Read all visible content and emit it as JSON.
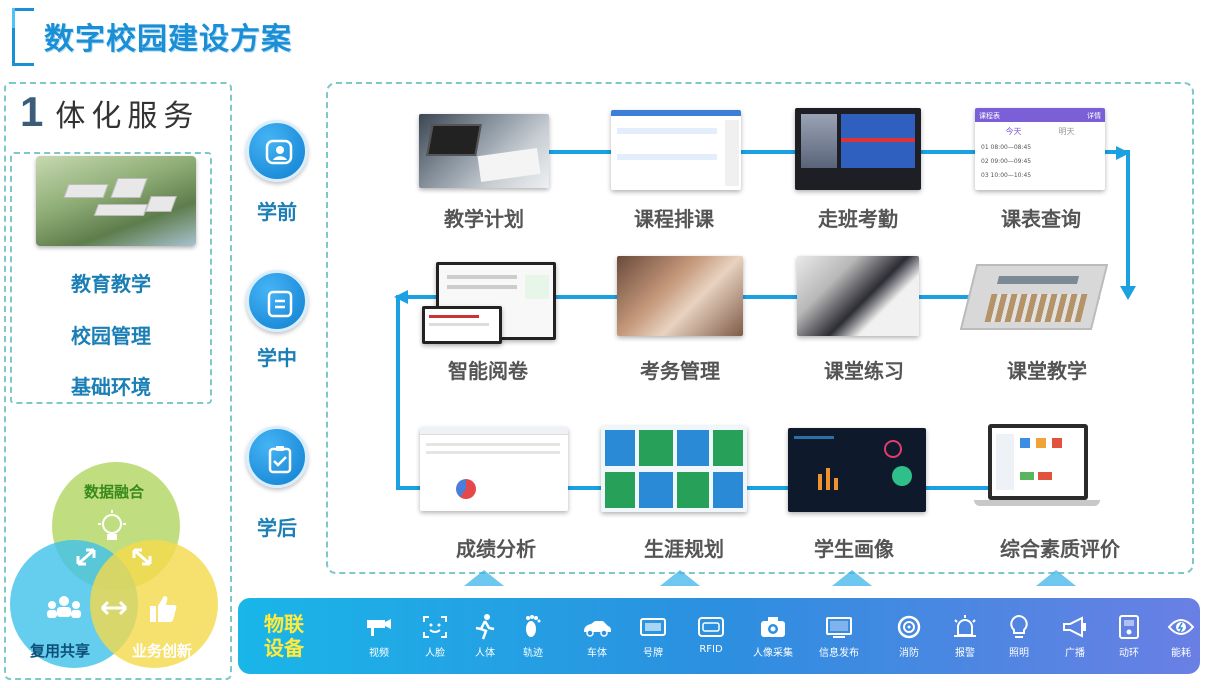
{
  "title": "数字校园建设方案",
  "left": {
    "number": "1",
    "heading": "体化服务",
    "items": [
      "教育教学",
      "校园管理",
      "基础环境"
    ],
    "venn": {
      "top": "数据融合",
      "left": "复用共享",
      "right": "业务创新"
    }
  },
  "stages": [
    "学前",
    "学中",
    "学后"
  ],
  "flow": {
    "row1": [
      "教学计划",
      "课程排课",
      "走班考勤",
      "课表查询"
    ],
    "row2": [
      "智能阅卷",
      "考务管理",
      "课堂练习",
      "课堂教学"
    ],
    "row3": [
      "成绩分析",
      "生涯规划",
      "学生画像",
      "综合素质评价"
    ],
    "thumb_text": {
      "schedule_header_left": "课程表",
      "schedule_header_right": "详情",
      "schedule_tab_today": "今天",
      "schedule_tab_tomorrow": "明天",
      "schedule_rows": [
        "01  08:00—08:45",
        "02  09:00—09:45",
        "03  10:00—10:45"
      ]
    }
  },
  "iot": {
    "title": "物联设备",
    "items": [
      {
        "label": "视频",
        "icon": "camera-icon"
      },
      {
        "label": "人脸",
        "icon": "face-icon"
      },
      {
        "label": "人体",
        "icon": "person-walk-icon"
      },
      {
        "label": "轨迹",
        "icon": "footprint-icon"
      },
      {
        "label": "车体",
        "icon": "car-icon"
      },
      {
        "label": "号牌",
        "icon": "plate-icon"
      },
      {
        "label": "RFID",
        "icon": "rfid-icon"
      },
      {
        "label": "人像采集",
        "icon": "photo-camera-icon"
      },
      {
        "label": "信息发布",
        "icon": "screen-icon"
      },
      {
        "label": "消防",
        "icon": "fire-hose-icon"
      },
      {
        "label": "报警",
        "icon": "alarm-icon"
      },
      {
        "label": "照明",
        "icon": "bulb-icon"
      },
      {
        "label": "广播",
        "icon": "speaker-icon"
      },
      {
        "label": "动环",
        "icon": "environment-icon"
      },
      {
        "label": "能耗",
        "icon": "energy-icon"
      }
    ]
  },
  "colors": {
    "primary": "#1b8fd6",
    "flow_line": "#1ba0e2",
    "iot_title": "#ffeb3b",
    "venn_top": "#b5d86a",
    "venn_left": "#3fc1ea",
    "venn_right": "#f5d94a"
  }
}
